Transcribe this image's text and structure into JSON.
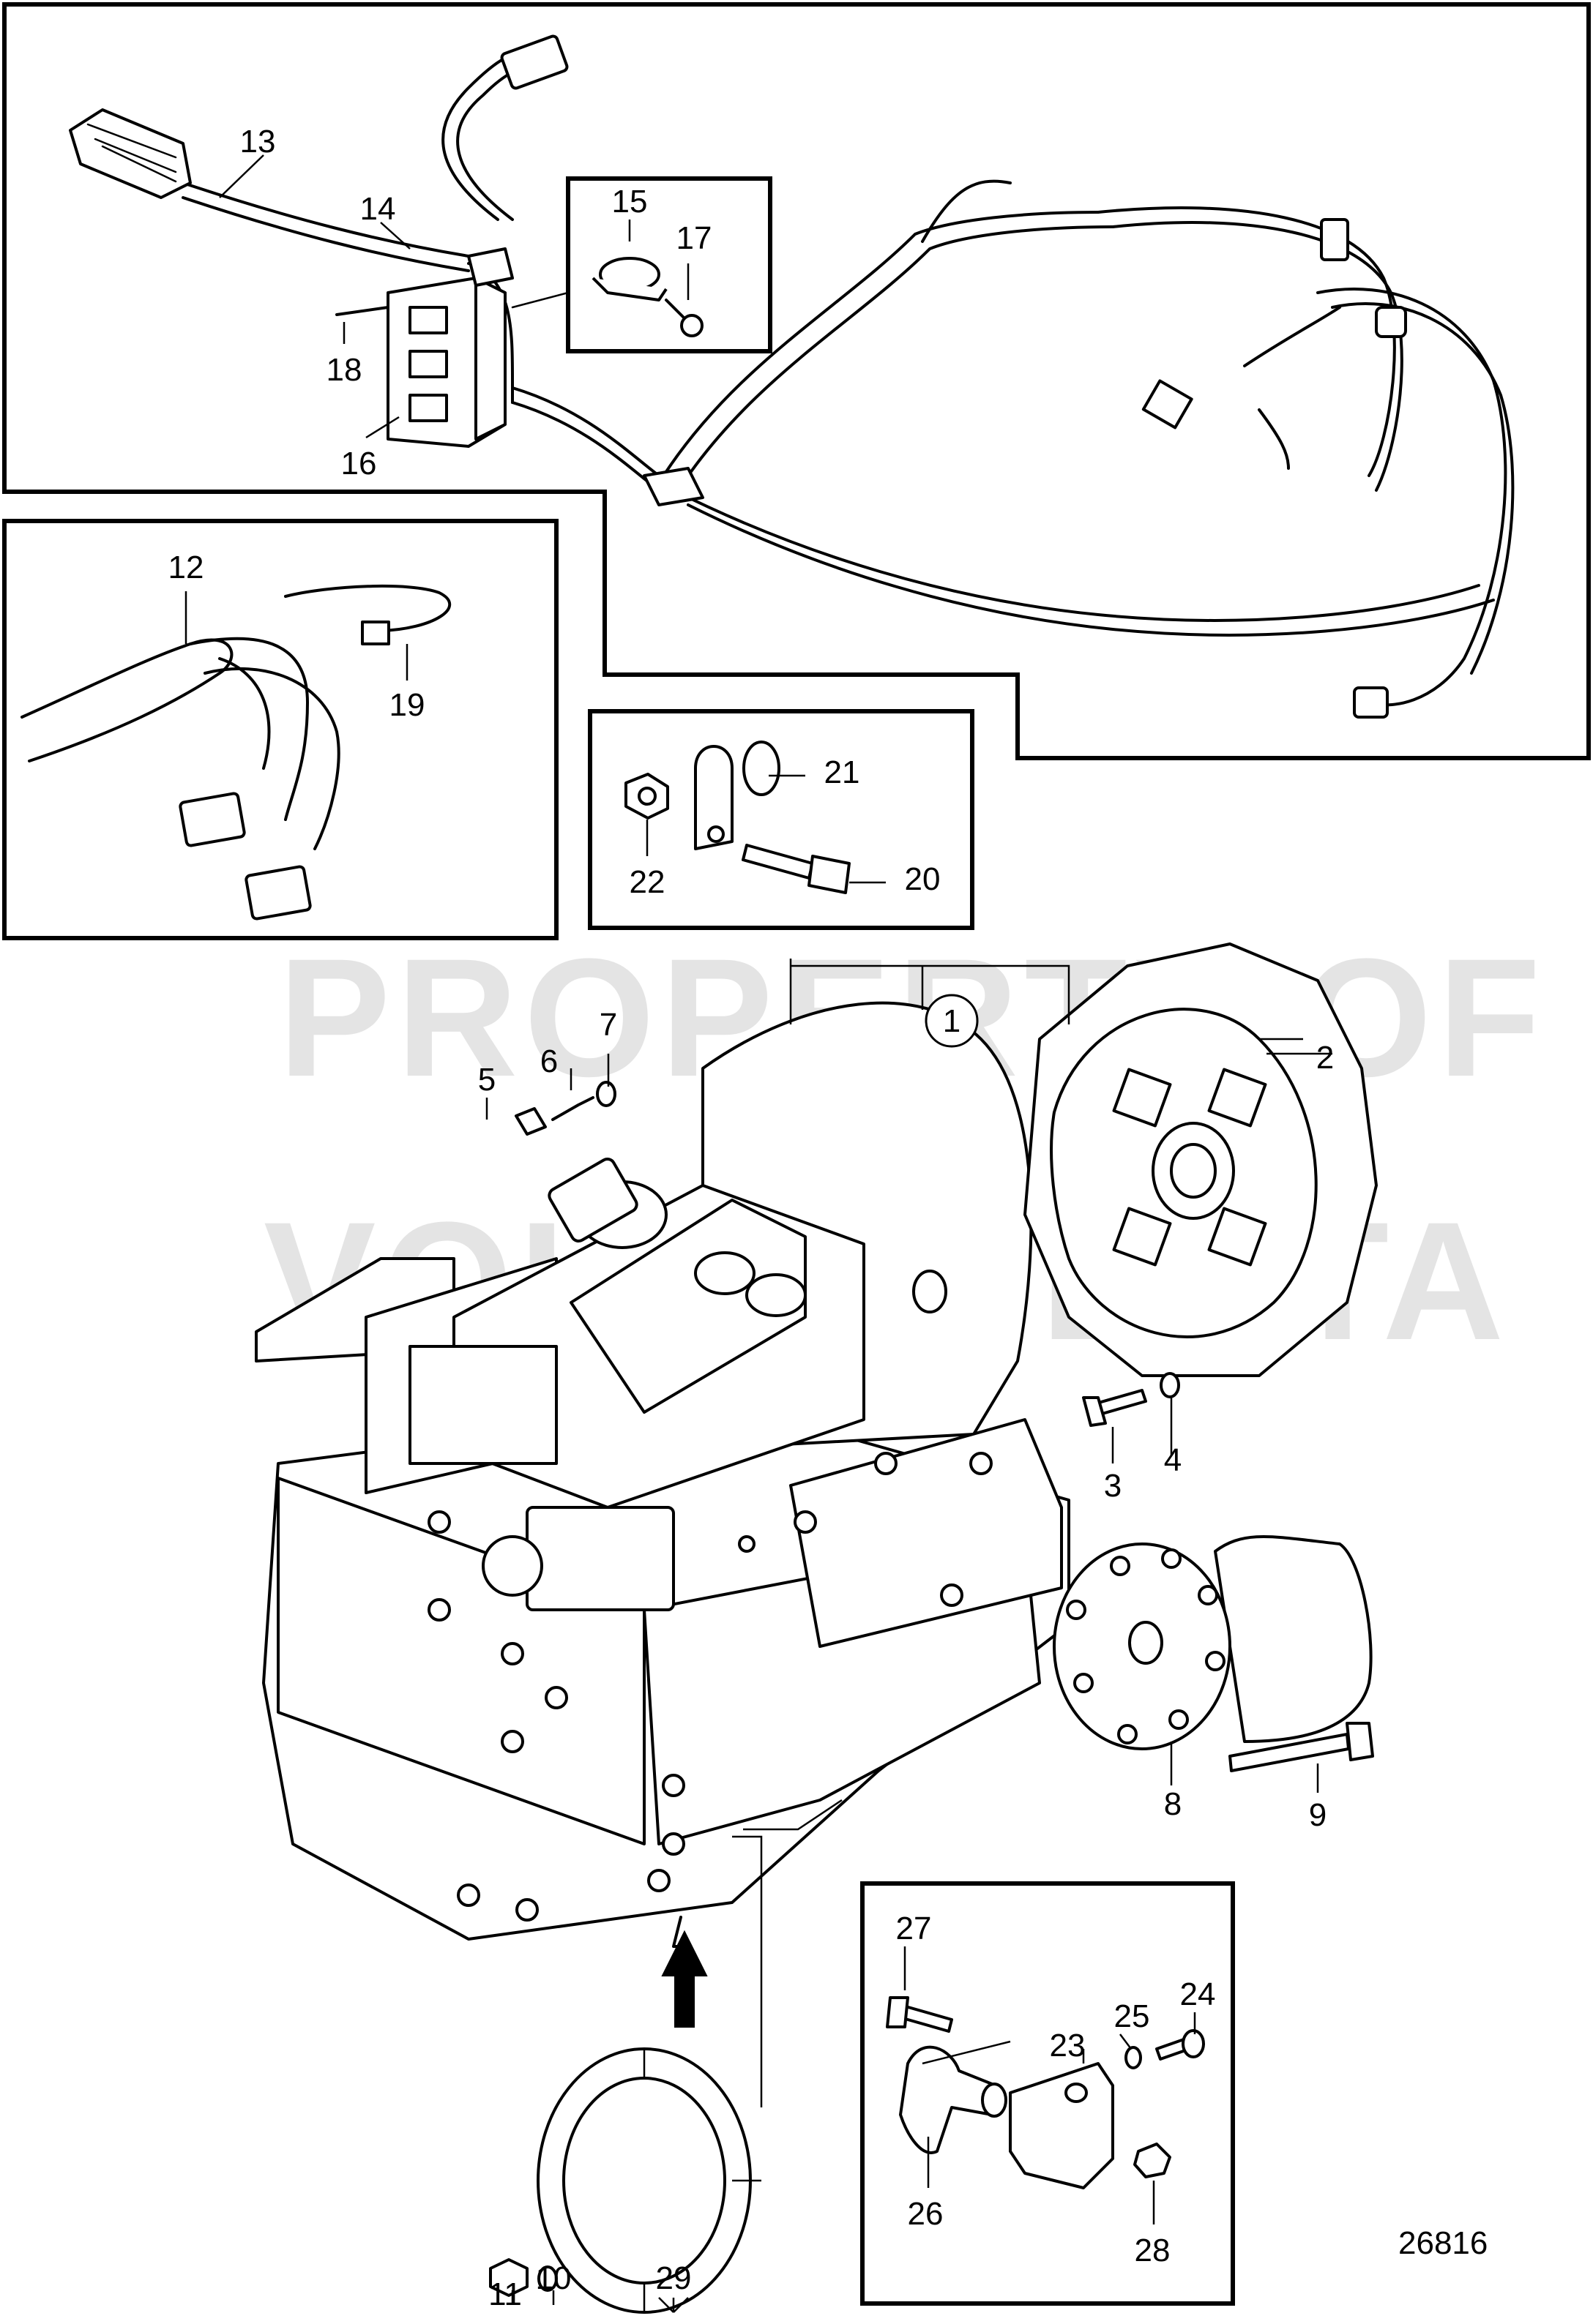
{
  "diagram": {
    "figure_number": "26816",
    "watermark": [
      "PROPERTY OF",
      "VOLVO PENTA"
    ],
    "callouts": [
      "1",
      "2",
      "3",
      "4",
      "5",
      "6",
      "7",
      "8",
      "9",
      "10",
      "11",
      "12",
      "13",
      "14",
      "15",
      "16",
      "17",
      "18",
      "19",
      "20",
      "21",
      "22",
      "23",
      "24",
      "25",
      "26",
      "27",
      "28",
      "29"
    ]
  }
}
